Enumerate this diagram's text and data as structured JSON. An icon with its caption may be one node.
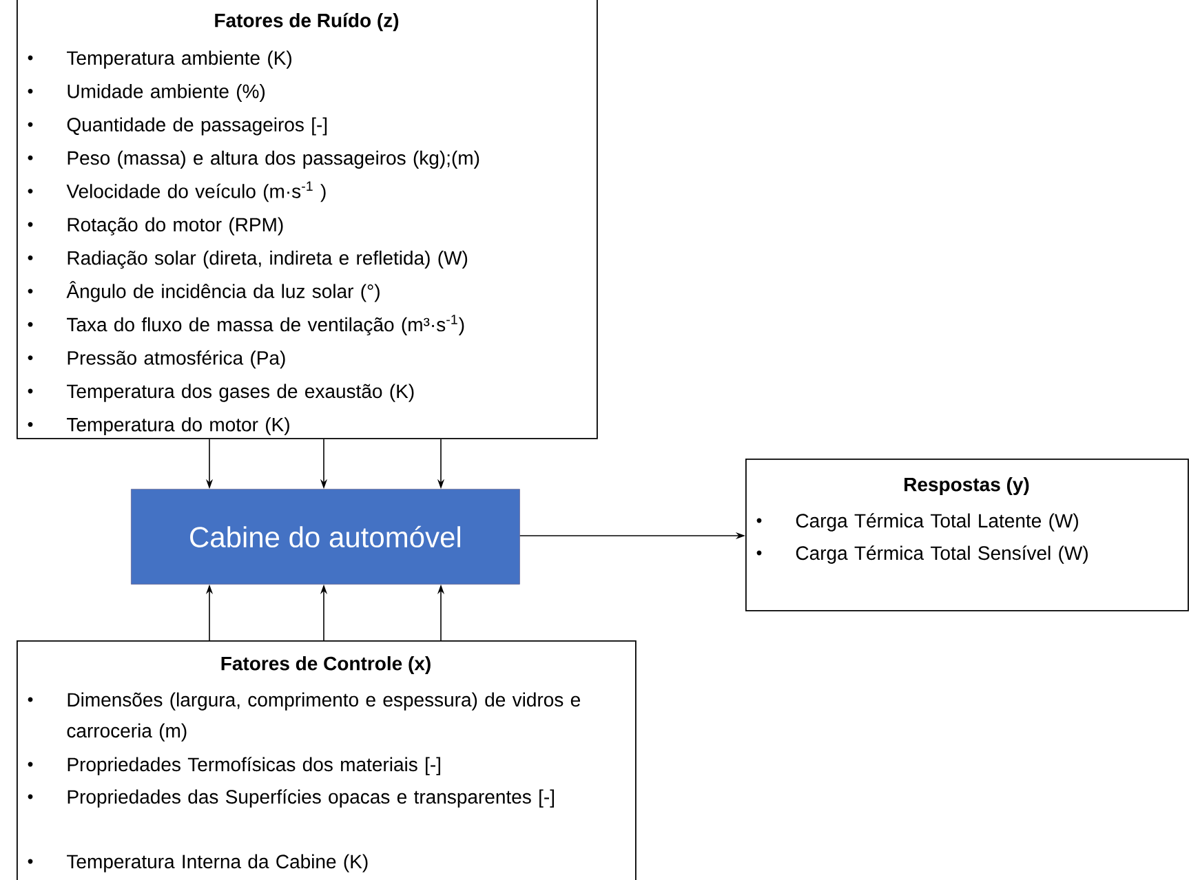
{
  "diagram": {
    "nodes": [
      {
        "text": [
          "Fatores de Ruído (z)",
          "Temperatura ambiente (K)",
          "Umidade ambiente (%)",
          "Quantidade de passageiros [-]",
          "Peso (massa) e altura dos passageiros (kg);(m)",
          "Velocidade do veículo (m·s$^{-1}$ )",
          "Rotação do motor (RPM)",
          "Radiação solar (direta, indireta e refletida) (W)",
          "Ângulo de incidência da luz solar (°)",
          "Taxa do fluxo de massa de ventilação (m³·s$^{-1}$)",
          "Pressão atmosférica (Pa)",
          "Temperatura dos gases de exaustão (K)",
          "Temperatura do motor (K)"
        ]
      },
      {
        "text": [
          "Cabine do automóvel"
        ]
      },
      {
        "text": [
          "Respostas (y)",
          "Carga Térmica Total Latente (W)",
          "Carga Térmica Total Sensível (W)"
        ]
      },
      {
        "text": [
          "Fatores de Controle (x)",
          "Dimensões (largura, comprimento e espessura) de vidros e carroceria (m)",
          "Propriedades Termofísicas dos materiais [-]",
          "Propriedades das Superfícies opacas e transparentes [-]",
          "Temperatura Interna da Cabine (K)"
        ]
      }
    ],
    "edges": [
      {
        "from": 0,
        "to": 1,
        "arrow": "to"
      },
      {
        "from": 0,
        "to": 1,
        "arrow": "to"
      },
      {
        "from": 0,
        "to": 1,
        "arrow": "to"
      },
      {
        "from": 3,
        "to": 1,
        "arrow": "to"
      },
      {
        "from": 3,
        "to": 1,
        "arrow": "to"
      },
      {
        "from": 3,
        "to": 1,
        "arrow": "to"
      },
      {
        "from": 1,
        "to": 2,
        "arrow": "to"
      }
    ]
  }
}
